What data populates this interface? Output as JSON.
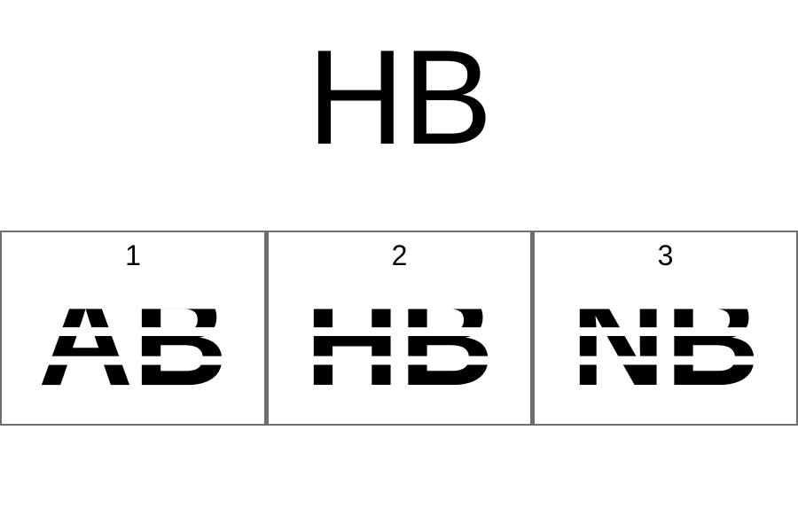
{
  "target_word": "HB",
  "options": [
    {
      "number": "1",
      "word": "AB"
    },
    {
      "number": "2",
      "word": "HB"
    },
    {
      "number": "3",
      "word": "NB"
    }
  ],
  "colors": {
    "text": "#000000",
    "border": "#6e6e6e",
    "background": "#ffffff"
  }
}
